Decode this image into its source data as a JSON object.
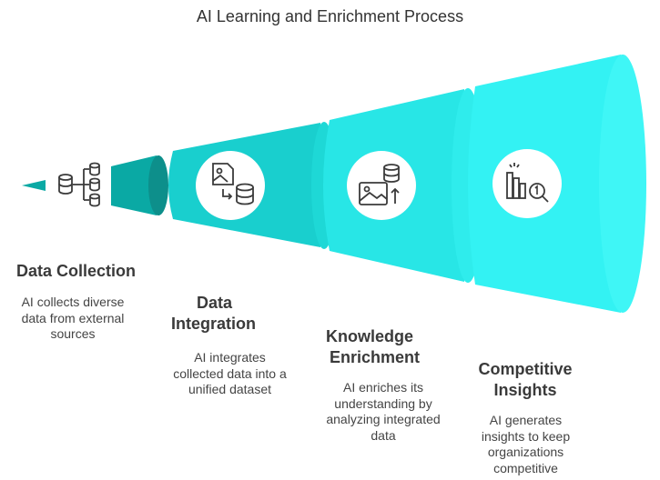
{
  "title": "AI Learning and Enrichment Process",
  "colors": {
    "stage1_body": "#0aa9a4",
    "stage1_face": "#0d8f8b",
    "stage2_body": "#19cfce",
    "stage3_body": "#28e6e6",
    "stage4_body": "#33f2f3",
    "icon_stroke": "#3b3b3b",
    "circle_fill": "#ffffff"
  },
  "stages": [
    {
      "title_lines": [
        "Data Collection"
      ],
      "desc_lines": [
        "AI collects diverse",
        "data from external",
        "sources"
      ],
      "icon": "database-network-icon"
    },
    {
      "title_lines": [
        "Data",
        "Integration"
      ],
      "desc_lines": [
        "AI integrates",
        "collected data into a",
        "unified dataset"
      ],
      "icon": "image-merge-database-icon"
    },
    {
      "title_lines": [
        "Knowledge",
        "Enrichment"
      ],
      "desc_lines": [
        "AI enriches its",
        "understanding by",
        "analyzing integrated",
        "data"
      ],
      "icon": "image-upload-database-icon"
    },
    {
      "title_lines": [
        "Competitive",
        "Insights"
      ],
      "desc_lines": [
        "AI generates",
        "insights to keep",
        "organizations",
        "competitive"
      ],
      "icon": "bar-chart-magnifier-icon"
    }
  ]
}
